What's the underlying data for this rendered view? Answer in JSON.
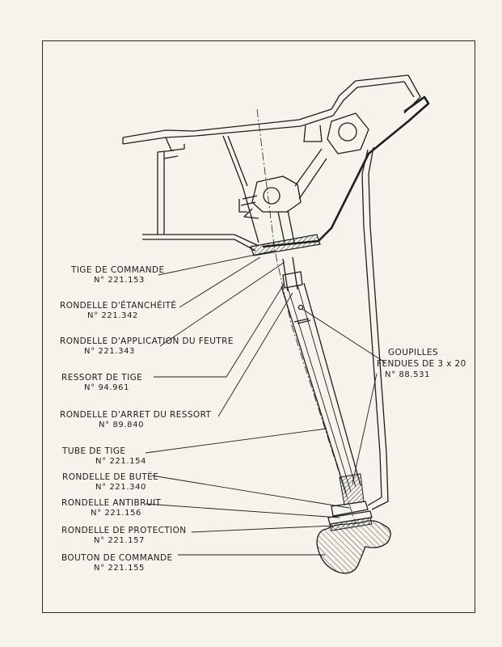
{
  "labels": {
    "tige_commande": {
      "name": "TIGE DE COMMANDE",
      "number": "N° 221.153"
    },
    "rondelle_etancheite": {
      "name": "RONDELLE D'ÉTANCHÉITÉ",
      "number": "N° 221.342"
    },
    "rondelle_application": {
      "name": "RONDELLE D'APPLICATION DU FEUTRE",
      "number": "N° 221.343"
    },
    "ressort_tige": {
      "name": "RESSORT DE TIGE",
      "number": "N° 94.961"
    },
    "rondelle_arret": {
      "name": "RONDELLE D'ARRET DU RESSORT",
      "number": "N° 89.840"
    },
    "tube_tige": {
      "name": "TUBE DE TIGE",
      "number": "N° 221.154"
    },
    "rondelle_butee": {
      "name": "RONDELLE DE BUTÉE",
      "number": "N° 221.340"
    },
    "rondelle_antibruit": {
      "name": "RONDELLE ANTIBRUIT",
      "number": "N° 221.156"
    },
    "rondelle_protection": {
      "name": "RONDELLE DE PROTECTION",
      "number": "N° 221.157"
    },
    "bouton_commande": {
      "name": "BOUTON DE COMMANDE",
      "number": "N° 221.155"
    },
    "goupilles": {
      "line1": "GOUPILLES",
      "line2": "FENDUES DE 3 x 20",
      "number": "N° 88.531"
    }
  }
}
